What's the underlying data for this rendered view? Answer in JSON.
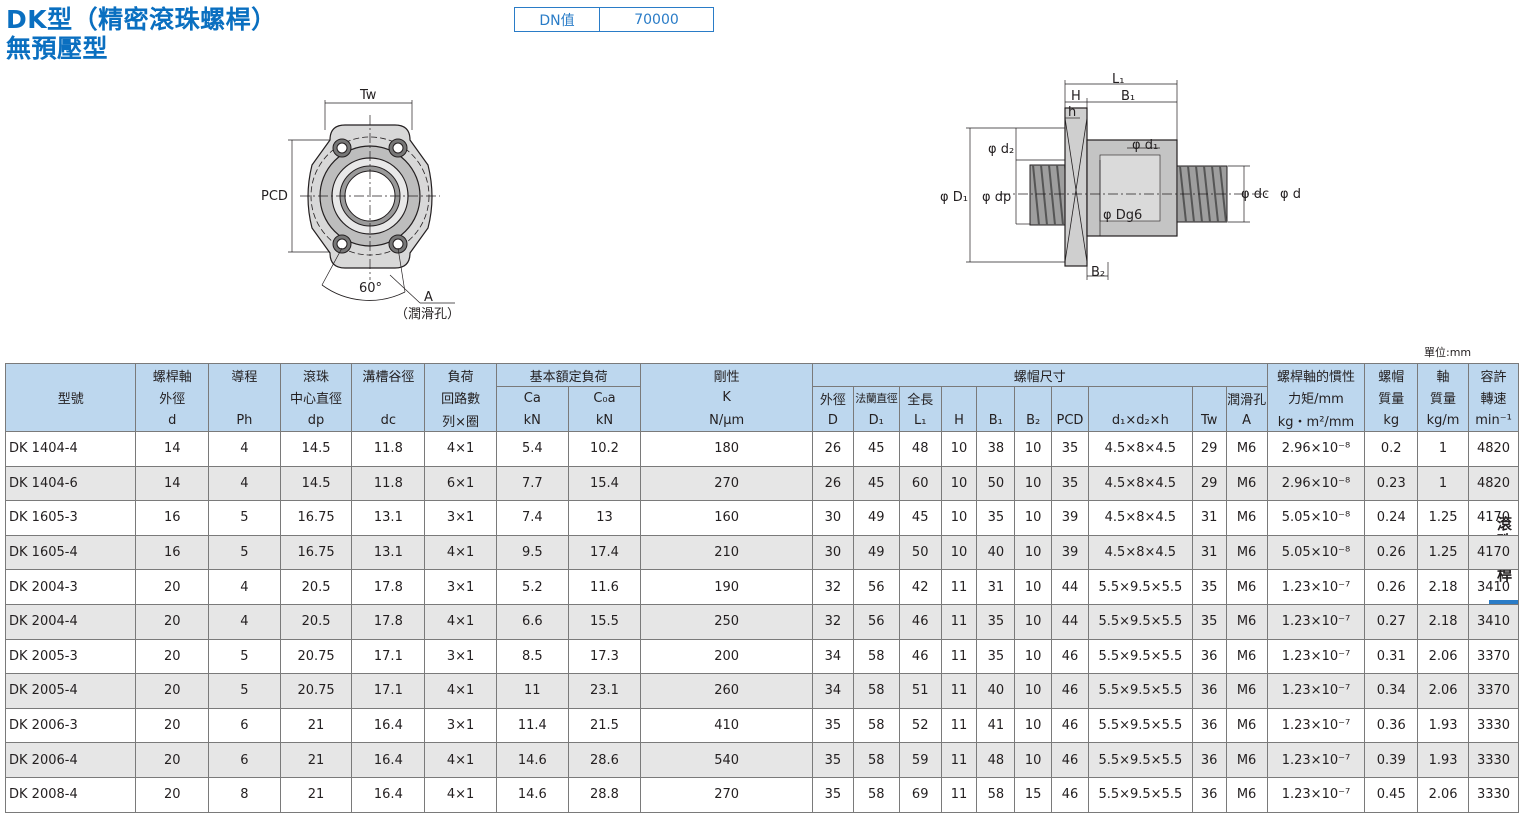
{
  "title": {
    "line1": "DK型（精密滾珠螺桿）",
    "line2": "無預壓型"
  },
  "dn": {
    "label": "DN值",
    "value": "70000"
  },
  "drawing_labels": {
    "tw": "Tw",
    "pcd": "PCD",
    "angle": "60°",
    "a": "A",
    "lube": "（潤滑孔）",
    "l1": "L₁",
    "h": "H",
    "b1": "B₁",
    "h_small": "h",
    "d2": "φ d₂",
    "d1": "φ d₁",
    "big_d1": "φ D₁",
    "dp": "φ dp",
    "dg6": "φ Dg6",
    "dc": "φ dc",
    "d": "φ d",
    "b2": "B₂"
  },
  "unit": "單位:mm",
  "side_label": "滾珠螺桿",
  "header": {
    "model": "型號",
    "screw_od": [
      "螺桿軸",
      "外徑",
      "d"
    ],
    "lead": [
      "導程",
      "Ph"
    ],
    "ball_center": [
      "滾珠",
      "中心直徑",
      "dp"
    ],
    "root_dia": [
      "溝槽谷徑",
      "dc"
    ],
    "load_circuits": [
      "負荷",
      "回路數",
      "列×圈"
    ],
    "basic_rating": "基本額定負荷",
    "ca": [
      "Ca",
      "kN"
    ],
    "coa": [
      "C₀a",
      "kN"
    ],
    "rigidity": [
      "剛性",
      "K",
      "N/μm"
    ],
    "nut_dims": "螺帽尺寸",
    "nut_od": [
      "外徑",
      "D"
    ],
    "flange_dia": [
      "法蘭直徑",
      "D₁"
    ],
    "length": [
      "全長",
      "L₁"
    ],
    "h": "H",
    "b1": "B₁",
    "b2": "B₂",
    "pcd": "PCD",
    "bolt": "d₁×d₂×h",
    "tw": "Tw",
    "lube": [
      "潤滑孔",
      "A"
    ],
    "inertia": [
      "螺桿軸的慣性",
      "力矩/mm",
      "kg・m²/mm"
    ],
    "nut_mass": [
      "螺帽",
      "質量",
      "kg"
    ],
    "shaft_mass": [
      "軸",
      "質量",
      "kg/m"
    ],
    "speed": [
      "容許",
      "轉速",
      "min⁻¹"
    ]
  },
  "rows": [
    [
      "DK 1404-4",
      "14",
      "4",
      "14.5",
      "11.8",
      "4×1",
      "5.4",
      "10.2",
      "180",
      "26",
      "45",
      "48",
      "10",
      "38",
      "10",
      "35",
      "4.5×8×4.5",
      "29",
      "M6",
      "2.96×10⁻⁸",
      "0.2",
      "1",
      "4820"
    ],
    [
      "DK 1404-6",
      "14",
      "4",
      "14.5",
      "11.8",
      "6×1",
      "7.7",
      "15.4",
      "270",
      "26",
      "45",
      "60",
      "10",
      "50",
      "10",
      "35",
      "4.5×8×4.5",
      "29",
      "M6",
      "2.96×10⁻⁸",
      "0.23",
      "1",
      "4820"
    ],
    [
      "DK 1605-3",
      "16",
      "5",
      "16.75",
      "13.1",
      "3×1",
      "7.4",
      "13",
      "160",
      "30",
      "49",
      "45",
      "10",
      "35",
      "10",
      "39",
      "4.5×8×4.5",
      "31",
      "M6",
      "5.05×10⁻⁸",
      "0.24",
      "1.25",
      "4170"
    ],
    [
      "DK 1605-4",
      "16",
      "5",
      "16.75",
      "13.1",
      "4×1",
      "9.5",
      "17.4",
      "210",
      "30",
      "49",
      "50",
      "10",
      "40",
      "10",
      "39",
      "4.5×8×4.5",
      "31",
      "M6",
      "5.05×10⁻⁸",
      "0.26",
      "1.25",
      "4170"
    ],
    [
      "DK 2004-3",
      "20",
      "4",
      "20.5",
      "17.8",
      "3×1",
      "5.2",
      "11.6",
      "190",
      "32",
      "56",
      "42",
      "11",
      "31",
      "10",
      "44",
      "5.5×9.5×5.5",
      "35",
      "M6",
      "1.23×10⁻⁷",
      "0.26",
      "2.18",
      "3410"
    ],
    [
      "DK 2004-4",
      "20",
      "4",
      "20.5",
      "17.8",
      "4×1",
      "6.6",
      "15.5",
      "250",
      "32",
      "56",
      "46",
      "11",
      "35",
      "10",
      "44",
      "5.5×9.5×5.5",
      "35",
      "M6",
      "1.23×10⁻⁷",
      "0.27",
      "2.18",
      "3410"
    ],
    [
      "DK 2005-3",
      "20",
      "5",
      "20.75",
      "17.1",
      "3×1",
      "8.5",
      "17.3",
      "200",
      "34",
      "58",
      "46",
      "11",
      "35",
      "10",
      "46",
      "5.5×9.5×5.5",
      "36",
      "M6",
      "1.23×10⁻⁷",
      "0.31",
      "2.06",
      "3370"
    ],
    [
      "DK 2005-4",
      "20",
      "5",
      "20.75",
      "17.1",
      "4×1",
      "11",
      "23.1",
      "260",
      "34",
      "58",
      "51",
      "11",
      "40",
      "10",
      "46",
      "5.5×9.5×5.5",
      "36",
      "M6",
      "1.23×10⁻⁷",
      "0.34",
      "2.06",
      "3370"
    ],
    [
      "DK 2006-3",
      "20",
      "6",
      "21",
      "16.4",
      "3×1",
      "11.4",
      "21.5",
      "410",
      "35",
      "58",
      "52",
      "11",
      "41",
      "10",
      "46",
      "5.5×9.5×5.5",
      "36",
      "M6",
      "1.23×10⁻⁷",
      "0.36",
      "1.93",
      "3330"
    ],
    [
      "DK 2006-4",
      "20",
      "6",
      "21",
      "16.4",
      "4×1",
      "14.6",
      "28.6",
      "540",
      "35",
      "58",
      "59",
      "11",
      "48",
      "10",
      "46",
      "5.5×9.5×5.5",
      "36",
      "M6",
      "1.23×10⁻⁷",
      "0.39",
      "1.93",
      "3330"
    ],
    [
      "DK 2008-4",
      "20",
      "8",
      "21",
      "16.4",
      "4×1",
      "14.6",
      "28.8",
      "270",
      "35",
      "58",
      "69",
      "11",
      "58",
      "15",
      "46",
      "5.5×9.5×5.5",
      "36",
      "M6",
      "1.23×10⁻⁷",
      "0.45",
      "2.06",
      "3330"
    ]
  ]
}
